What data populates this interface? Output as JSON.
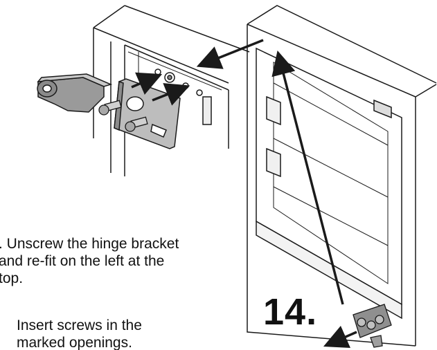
{
  "instructions": {
    "step1_text": ". Unscrew the hinge bracket\nand re-fit on the left at the\ntop.",
    "step2_text": "Insert screws in the\nmarked openings."
  },
  "step_number": "14.",
  "colors": {
    "line": "#1a1a1a",
    "panel_gray": "#b9b9b9",
    "dark_gray": "#6d6d6d",
    "light_fill": "#f3f3f3"
  }
}
